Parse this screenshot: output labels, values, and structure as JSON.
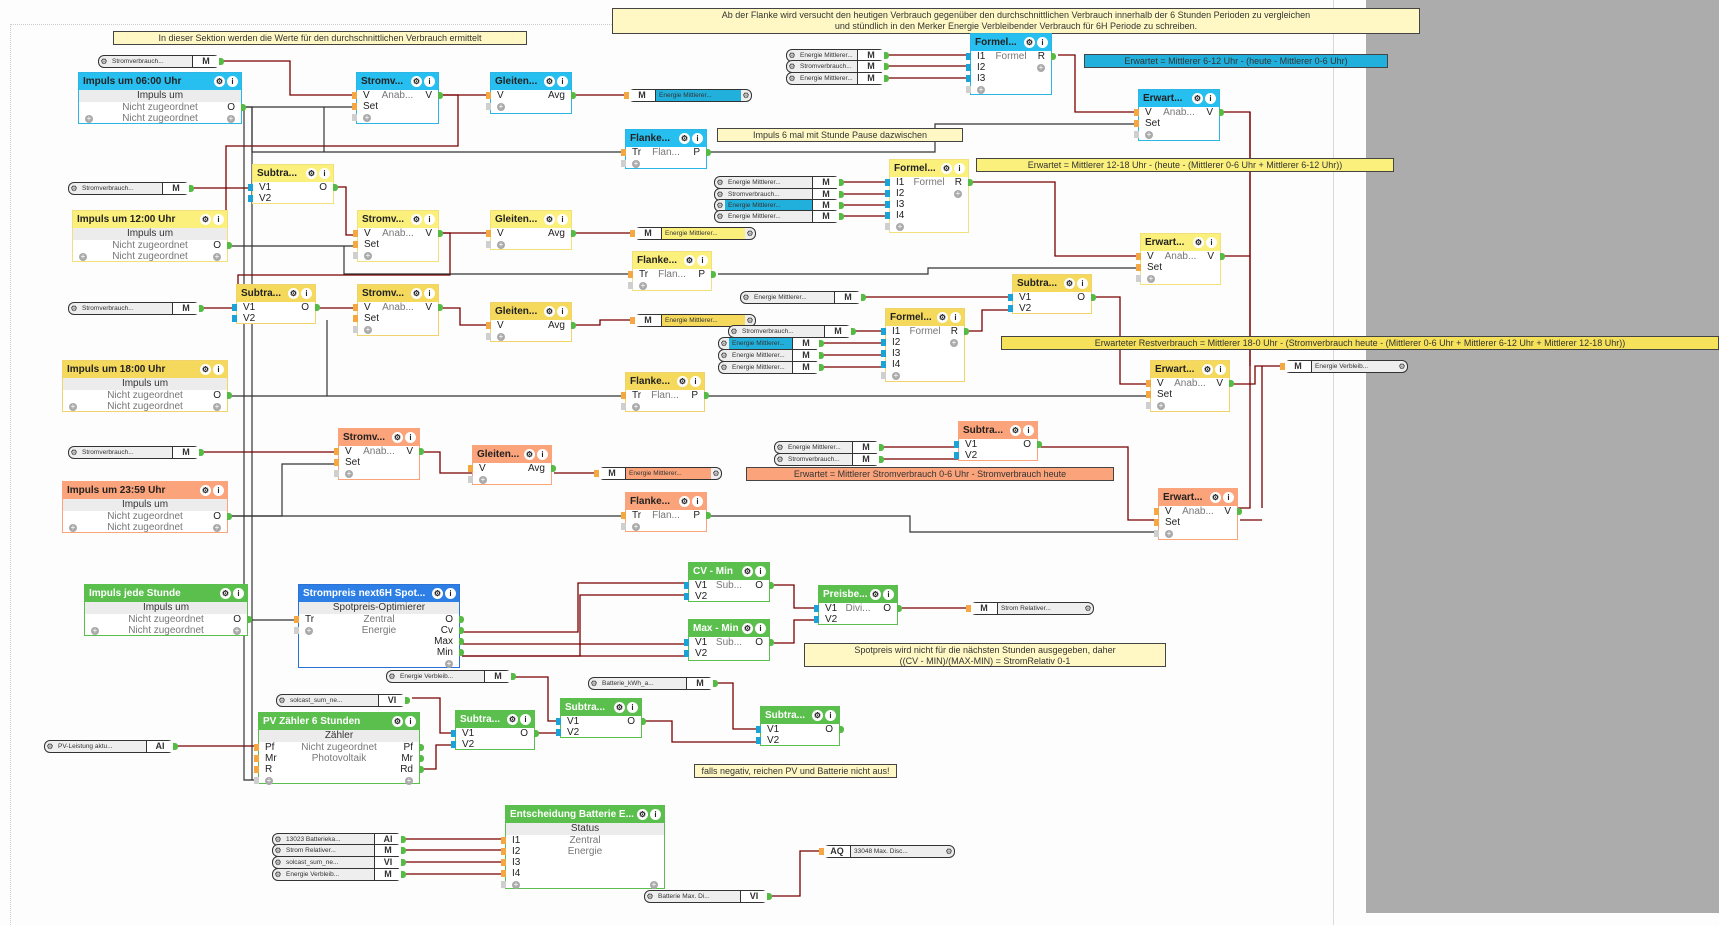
{
  "notes": {
    "section_avg": "In dieser Sektion werden die Werte für den durchschnittlichen Verbrauch ermittelt",
    "flanke_line1": "Ab der Flanke wird versucht den heutigen Verbrauch gegenüber den durchschnittlichen Verbrauch innerhalb der 6 Stunden Perioden zu vergleichen",
    "flanke_line2": "und stündlich in den Merker Energie Verbleibender Verbrauch für 6H Periode zu schreiben.",
    "impuls6": "Impuls 6 mal mit Stunde Pause dazwischen",
    "erw_6_12": "Erwartet = Mittlerer 6-12 Uhr - (heute - Mittlerer 0-6 Uhr)",
    "erw_12_18": "Erwartet = Mittlerer 12-18 Uhr - (heute - (Mittlerer 0-6 Uhr + Mittlerer 6-12 Uhr))",
    "erw_rest": "Erwarteter Restverbrauch = Mittlerer 18-0 Uhr - (Stromverbrauch heute - (Mittlerer 0-6 Uhr + Mittlerer 6-12 Uhr + Mittlerer 12-18 Uhr))",
    "erw_0_6": "Erwartet = Mittlerer Stromverbrauch 0-6 Uhr - Stromverbrauch heute",
    "spot_line1": "Spotpreis wird nicht für die nächsten Stunden ausgegeben, daher",
    "spot_line2": "((CV - MIN)/(MAX-MIN) = StromRelativ 0-1",
    "negativ": "falls negativ, reichen PV und Batterie nicht aus!"
  },
  "labels": {
    "impuls_um": "Impuls um",
    "nicht_zugeordnet": "Nicht zugeordnet",
    "v": "V",
    "set": "Set",
    "avg": "Avg",
    "anab": "Anab...",
    "tr": "Tr",
    "p": "P",
    "flan": "Flan...",
    "v1": "V1",
    "v2": "V2",
    "o": "O",
    "r": "R",
    "i1": "I1",
    "i2": "I2",
    "i3": "I3",
    "i4": "I4",
    "formel": "Formel",
    "sub": "Sub...",
    "divi": "Divi...",
    "cv": "Cv",
    "max": "Max",
    "min": "Min",
    "zentral": "Zentral",
    "energie": "Energie",
    "pf": "Pf",
    "mr": "Mr",
    "rd": "Rd",
    "zaehler": "Zähler",
    "photovoltaik": "Photovoltaik",
    "status": "Status",
    "spotpreis_opt": "Spotpreis-Optimierer"
  },
  "blocks": {
    "impuls06": "Impuls um 06:00 Uhr",
    "impuls12": "Impuls um 12:00 Uhr",
    "impuls18": "Impuls um 18:00 Uhr",
    "impuls2359": "Impuls um 23:59 Uhr",
    "impuls_stunde": "Impuls jede Stunde",
    "stromv": "Stromv...",
    "gleiten": "Gleiten...",
    "subtra": "Subtra...",
    "flanke": "Flanke...",
    "formel": "Formel...",
    "erwart": "Erwart...",
    "spotpreis": "Strompreis next6H Spot...",
    "cv_min": "CV - Min",
    "max_min": "Max - Min",
    "preisbe": "Preisbe...",
    "pv_zaehler": "PV Zähler 6 Stunden",
    "entscheidung": "Entscheidung Batterie E..."
  },
  "vars": {
    "stromverbrauch": "Stromverbrauch...",
    "energie_mittlerer": "Energie Mittlerer...",
    "energie_verbleib": "Energie Verbleib...",
    "strom_relativer": "Strom Relativer...",
    "batterie_kwh": "Batterie_kWh_a...",
    "solcast": "solcast_sum_ne...",
    "pv_leistung": "PV-Leistung aktu...",
    "batteriekap": "13023 Batterieka...",
    "batterie_max": "Batterie Max. Di...",
    "max_disc": "33048 Max. Disc..."
  },
  "types": {
    "m": "M",
    "ai": "AI",
    "vi": "VI",
    "aq": "AQ"
  },
  "icons": {
    "gear": "⚙",
    "info": "i",
    "plus": "+"
  },
  "colors": {
    "blue": "#27bff0",
    "light_yellow": "#fbf07c",
    "gold": "#f4d95c",
    "orange": "#fba37a",
    "green": "#5bbf4d",
    "dark_blue": "#2d7fe6",
    "wire": "#7a0000",
    "background_gray": "#acacac"
  }
}
